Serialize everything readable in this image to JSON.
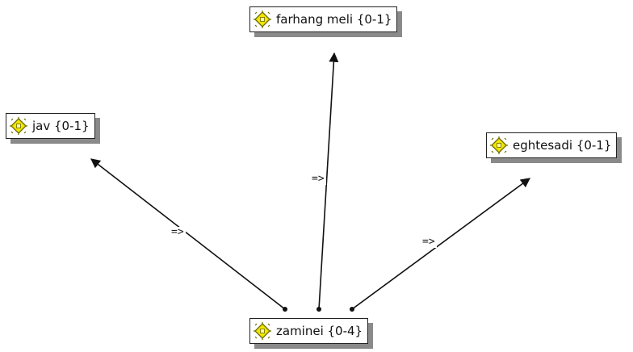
{
  "nodes": [
    {
      "id": "farhang",
      "label": "farhang meli {0-1}",
      "icon": "code-node-icon"
    },
    {
      "id": "jav",
      "label": "jav {0-1}",
      "icon": "code-node-icon"
    },
    {
      "id": "eghtesadi",
      "label": "eghtesadi {0-1}",
      "icon": "code-node-icon"
    },
    {
      "id": "zaminei",
      "label": "zaminei {0-4}",
      "icon": "code-node-icon"
    }
  ],
  "edges": [
    {
      "from": "zaminei",
      "to": "jav",
      "label": "=>"
    },
    {
      "from": "zaminei",
      "to": "farhang",
      "label": "=>"
    },
    {
      "from": "zaminei",
      "to": "eghtesadi",
      "label": "=>"
    }
  ],
  "colors": {
    "icon_fill": "#f2e600",
    "icon_outline": "#6b6b00",
    "edge": "#111111",
    "shadow": "#8a8a8a"
  }
}
